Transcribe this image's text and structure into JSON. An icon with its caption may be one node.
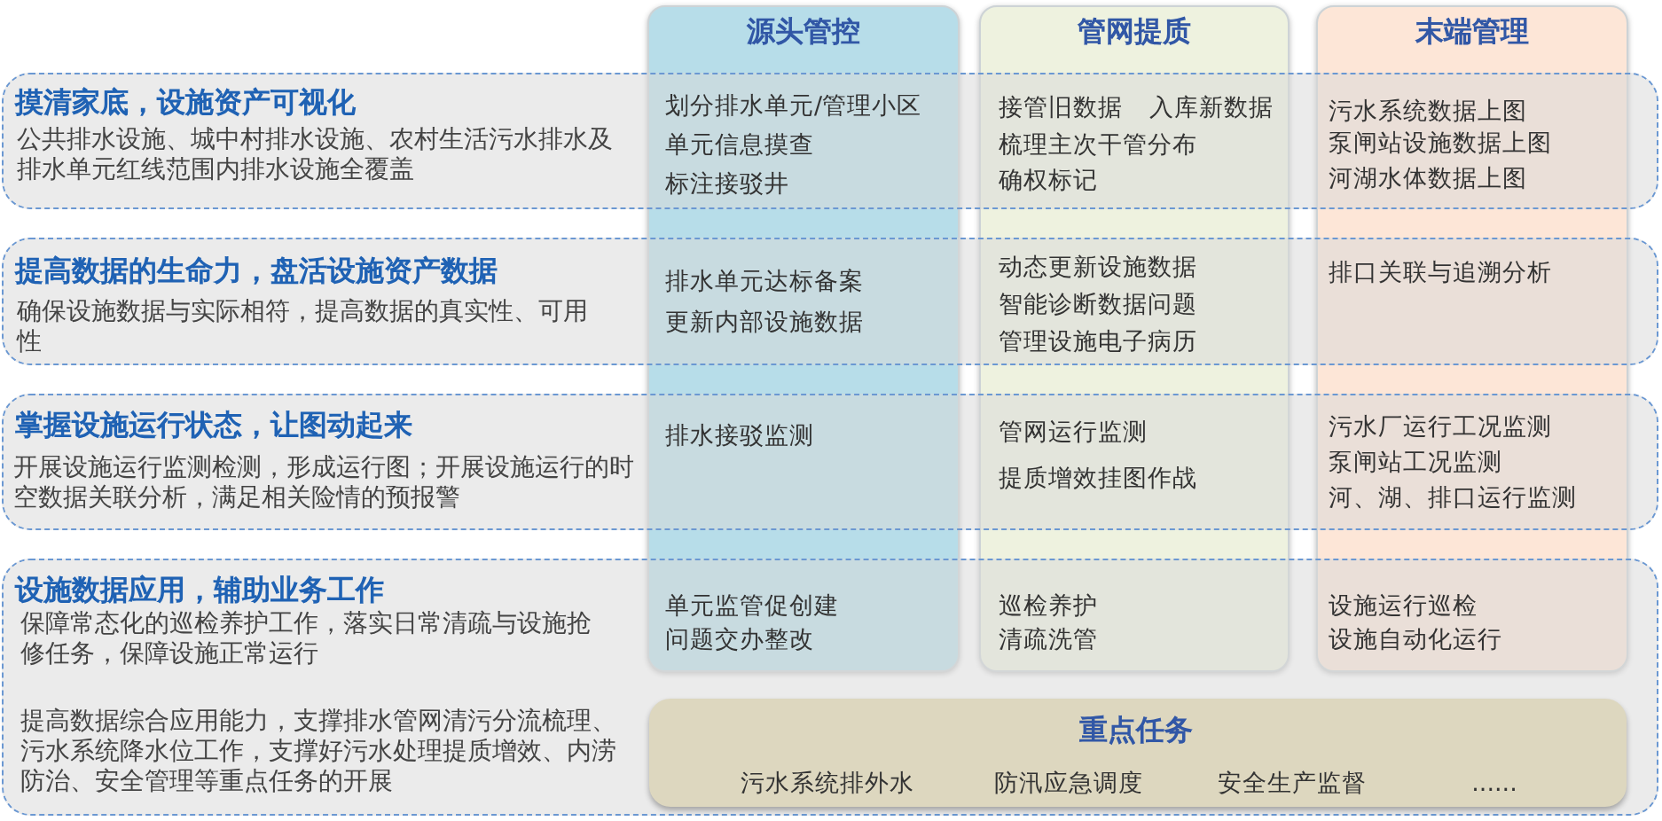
{
  "diagram": {
    "nodes": [
      {
        "text": [
          "源头管控",
          "划分排水单元/管理小区",
          "单元信息摸查",
          "标注接驳井",
          "排水单元达标备案",
          "更新内部设施数据",
          "排水接驳监测",
          "单元监管促创建",
          "问题交办整改"
        ]
      },
      {
        "text": [
          "管网提质",
          "接管旧数据",
          "入库新数据",
          "梳理主次干管分布",
          "确权标记",
          "动态更新设施数据",
          "智能诊断数据问题",
          "管理设施电子病历",
          "管网运行监测",
          "提质增效挂图作战",
          "巡检养护",
          "清疏洗管"
        ]
      },
      {
        "text": [
          "末端管理",
          "污水系统数据上图",
          "泵闸站设施数据上图",
          "河湖水体数据上图",
          "排口关联与追溯分析",
          "污水厂运行工况监测",
          "泵闸站工况监测",
          "河、湖、排口运行监测",
          "设施运行巡检",
          "设施自动化运行"
        ]
      },
      {
        "text": [
          "摸清家底，设施资产可视化",
          "公共排水设施、城中村排水设施、农村生活污水排水及排水单元红线范围内排水设施全覆盖"
        ]
      },
      {
        "text": [
          "提高数据的生命力，盘活设施资产数据",
          "确保设施数据与实际相符，提高数据的真实性、可用性"
        ]
      },
      {
        "text": [
          "掌握设施运行状态，让图动起来",
          "开展设施运行监测检测，形成运行图；开展设施运行的时空数据关联分析，满足相关险情的预报警"
        ]
      },
      {
        "text": [
          "设施数据应用，辅助业务工作",
          "保障常态化的巡检养护工作，落实日常清疏与设施抢修任务，保障设施正常运行",
          "提高数据综合应用能力，支撑排水管网清污分流梳理、污水系统降水位工作，支撑好污水处理提质增效、内涝防治、安全管理等重点任务的开展"
        ]
      },
      {
        "text": [
          "重点任务",
          "污水系统排外水",
          "防汛应急调度",
          "安全生产监督",
          "......"
        ],
        "in": 6
      }
    ]
  }
}
